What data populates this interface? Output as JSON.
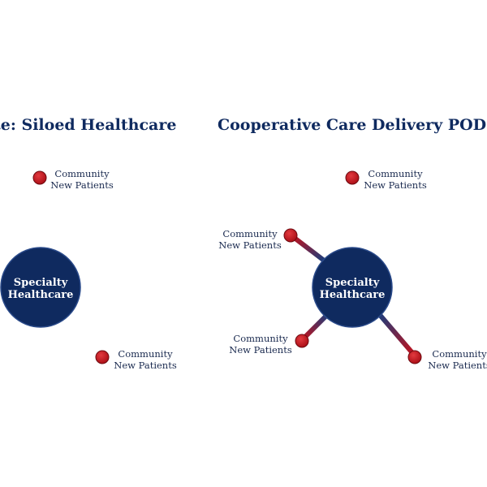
{
  "left_panel": {
    "title": "te: Siloed Healthcare",
    "hub": {
      "line1": "Specialty",
      "line2": "Healthcare"
    },
    "nodes": [
      {
        "line1": "Community",
        "line2": "New Patients"
      },
      {
        "line1": "Community",
        "line2": "New Patients"
      }
    ]
  },
  "right_panel": {
    "title": "Cooperative Care Delivery PODS",
    "hub": {
      "line1": "Specialty",
      "line2": "Healthcare"
    },
    "nodes": [
      {
        "line1": "Community",
        "line2": "New Patients"
      },
      {
        "line1": "Community",
        "line2": "New Patients"
      },
      {
        "line1": "Community",
        "line2": "New Patients"
      },
      {
        "line1": "Community",
        "line2": "New Patients"
      }
    ]
  },
  "colors": {
    "navy": "#0f2a5f",
    "node_red": "#c4111b",
    "node_stroke": "#6d0a10"
  }
}
